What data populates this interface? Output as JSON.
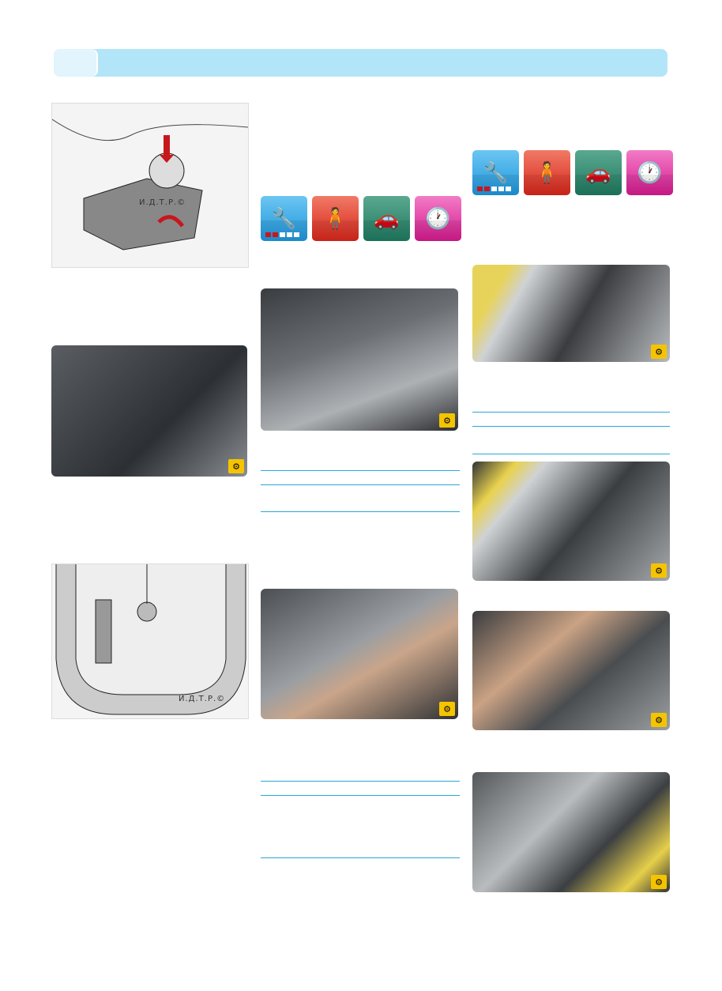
{
  "watermark": "И.Д.Т.Р.©",
  "colors": {
    "header": "#b3e5f8",
    "header_tab": "#e2f4fc",
    "rule": "#2aa8d8",
    "difficulty_on": "#c8161d"
  },
  "info_icons": {
    "items": [
      "wrench-icon",
      "person-icon",
      "car-icon",
      "clock-icon"
    ],
    "difficulty_level": 2,
    "difficulty_max": 5
  },
  "photo_badge": "camera-badge-icon"
}
